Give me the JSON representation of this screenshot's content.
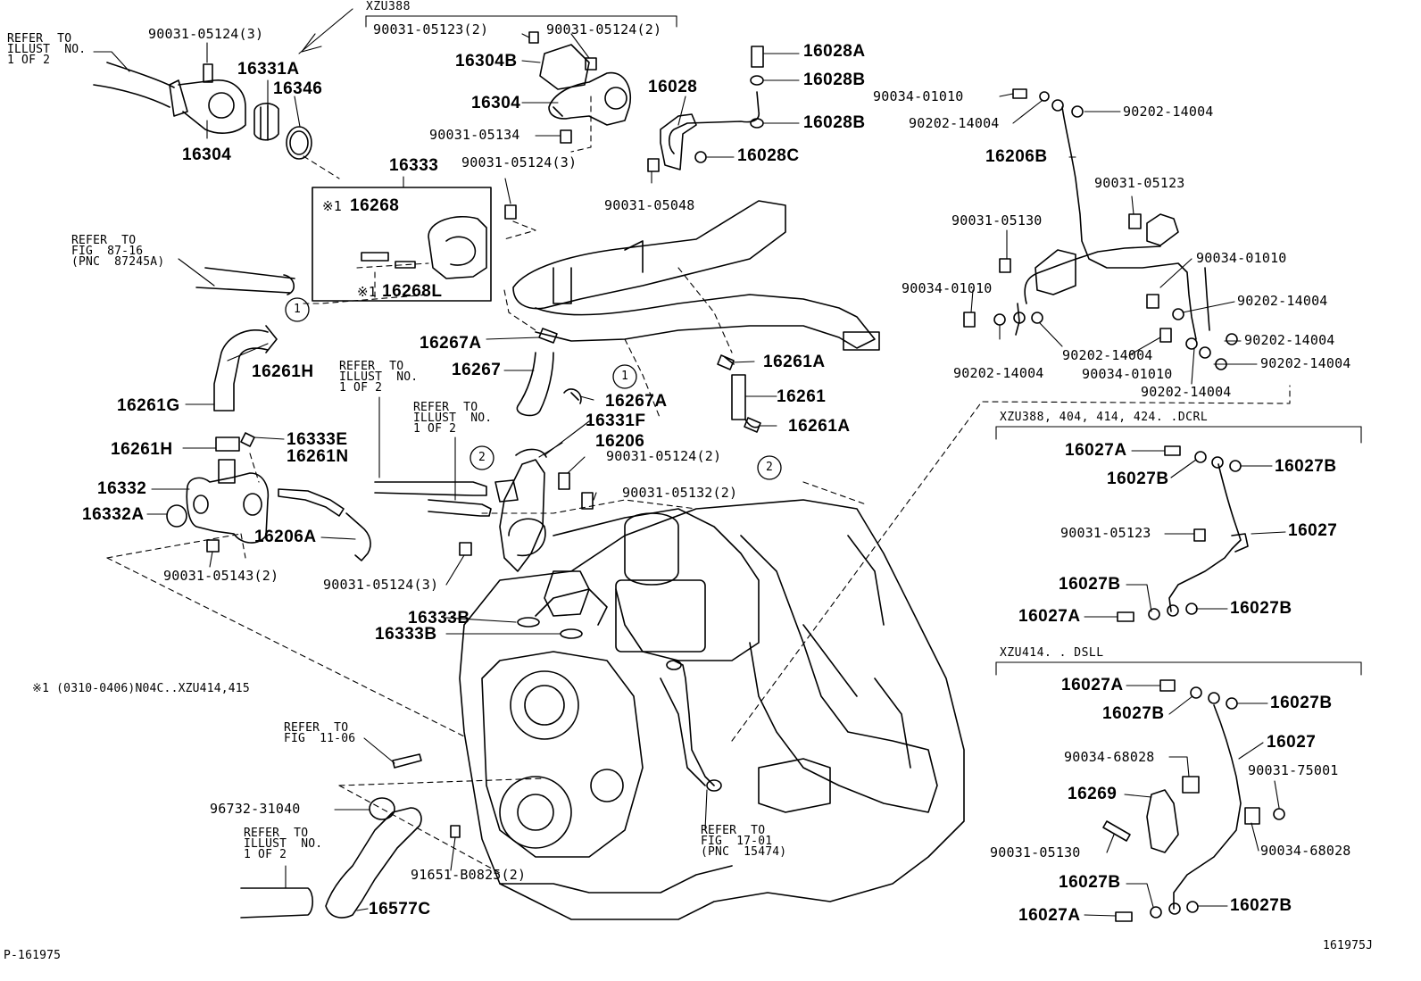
{
  "diagram": {
    "colors": {
      "line": "#000000",
      "background": "#ffffff"
    },
    "group_headers": {
      "xzu388": "XZU388",
      "dcrl": "XZU388, 404, 414, 424. .DCRL",
      "dsll": "XZU414. . DSLL"
    },
    "footnote": "※1 (0310-0406)N04C..XZU414,415",
    "illustration_id": "P-161975",
    "figure_code": "161975J",
    "callouts": {
      "one": "1",
      "two": "2"
    },
    "refer_notes": {
      "illust_a": "REFER  TO\nILLUST  NO.\n1 OF 2",
      "fig87": "REFER  TO\nFIG  87-16\n(PNC  87245A)",
      "illust_b": "REFER  TO\nILLUST  NO.\n1 OF 2",
      "illust_c": "REFER  TO\nILLUST  NO.\n1 OF 2",
      "fig11": "REFER  TO\nFIG  11-06",
      "illust_d": "REFER  TO\nILLUST  NO.\n1 OF 2",
      "fig17": "REFER  TO\nFIG  17-01\n(PNC  15474)"
    },
    "parts": {
      "p90031_05124_3_a": "90031-05124(3)",
      "p16331A": "16331A",
      "p16346": "16346",
      "p16304_a": "16304",
      "p90031_05123_2": "90031-05123(2)",
      "p90031_05124_2_a": "90031-05124(2)",
      "p16304B": "16304B",
      "p16304_b": "16304",
      "p90031_05134": "90031-05134",
      "p90031_05124_3_b": "90031-05124(3)",
      "p16333": "16333",
      "p16268": "16268",
      "p16268L": "16268L",
      "mark1": "※1",
      "mark2": "※1",
      "p16028A": "16028A",
      "p16028B_a": "16028B",
      "p16028": "16028",
      "p16028B_b": "16028B",
      "p16028C": "16028C",
      "p90031_05048": "90031-05048",
      "p90034_01010_a": "90034-01010",
      "p90202_14004_a": "90202-14004",
      "p90202_14004_b": "90202-14004",
      "p16206B": "16206B",
      "p90031_05123_r": "90031-05123",
      "p90031_05130_r": "90031-05130",
      "p90034_01010_b": "90034-01010",
      "p90034_01010_c": "90034-01010",
      "p90202_14004_c": "90202-14004",
      "p90202_14004_d": "90202-14004",
      "p90202_14004_e": "90202-14004",
      "p90034_01010_d": "90034-01010",
      "p90202_14004_f": "90202-14004",
      "p90202_14004_g": "90202-14004",
      "p90202_14004_h": "90202-14004",
      "p16267A_a": "16267A",
      "p16267": "16267",
      "p16267A_b": "16267A",
      "p16261A_a": "16261A",
      "p16261": "16261",
      "p16261A_b": "16261A",
      "p16261H_a": "16261H",
      "p16261G": "16261G",
      "p16261H_b": "16261H",
      "p16333E": "16333E",
      "p16261N": "16261N",
      "p16332": "16332",
      "p16332A": "16332A",
      "p16206A": "16206A",
      "p90031_05143_2": "90031-05143(2)",
      "p16331F": "16331F",
      "p16206": "16206",
      "p90031_05124_2_b": "90031-05124(2)",
      "p90031_05132_2": "90031-05132(2)",
      "p90031_05124_3_c": "90031-05124(3)",
      "p16333B_a": "16333B",
      "p16333B_b": "16333B",
      "p96732_31040": "96732-31040",
      "p91651_B0825_2": "91651-B0825(2)",
      "p16577C": "16577C",
      "p16027A_1": "16027A",
      "p16027B_1": "16027B",
      "p16027B_2": "16027B",
      "p90031_05123_d": "90031-05123",
      "p16027_1": "16027",
      "p16027B_3": "16027B",
      "p16027A_2": "16027A",
      "p16027B_4": "16027B",
      "p16027A_3": "16027A",
      "p16027B_5": "16027B",
      "p16027B_6": "16027B",
      "p16027_2": "16027",
      "p90034_68028_a": "90034-68028",
      "p90031_75001": "90031-75001",
      "p16269": "16269",
      "p90031_05130_b": "90031-05130",
      "p90034_68028_b": "90034-68028",
      "p16027B_7": "16027B",
      "p16027A_4": "16027A",
      "p16027B_8": "16027B"
    }
  }
}
